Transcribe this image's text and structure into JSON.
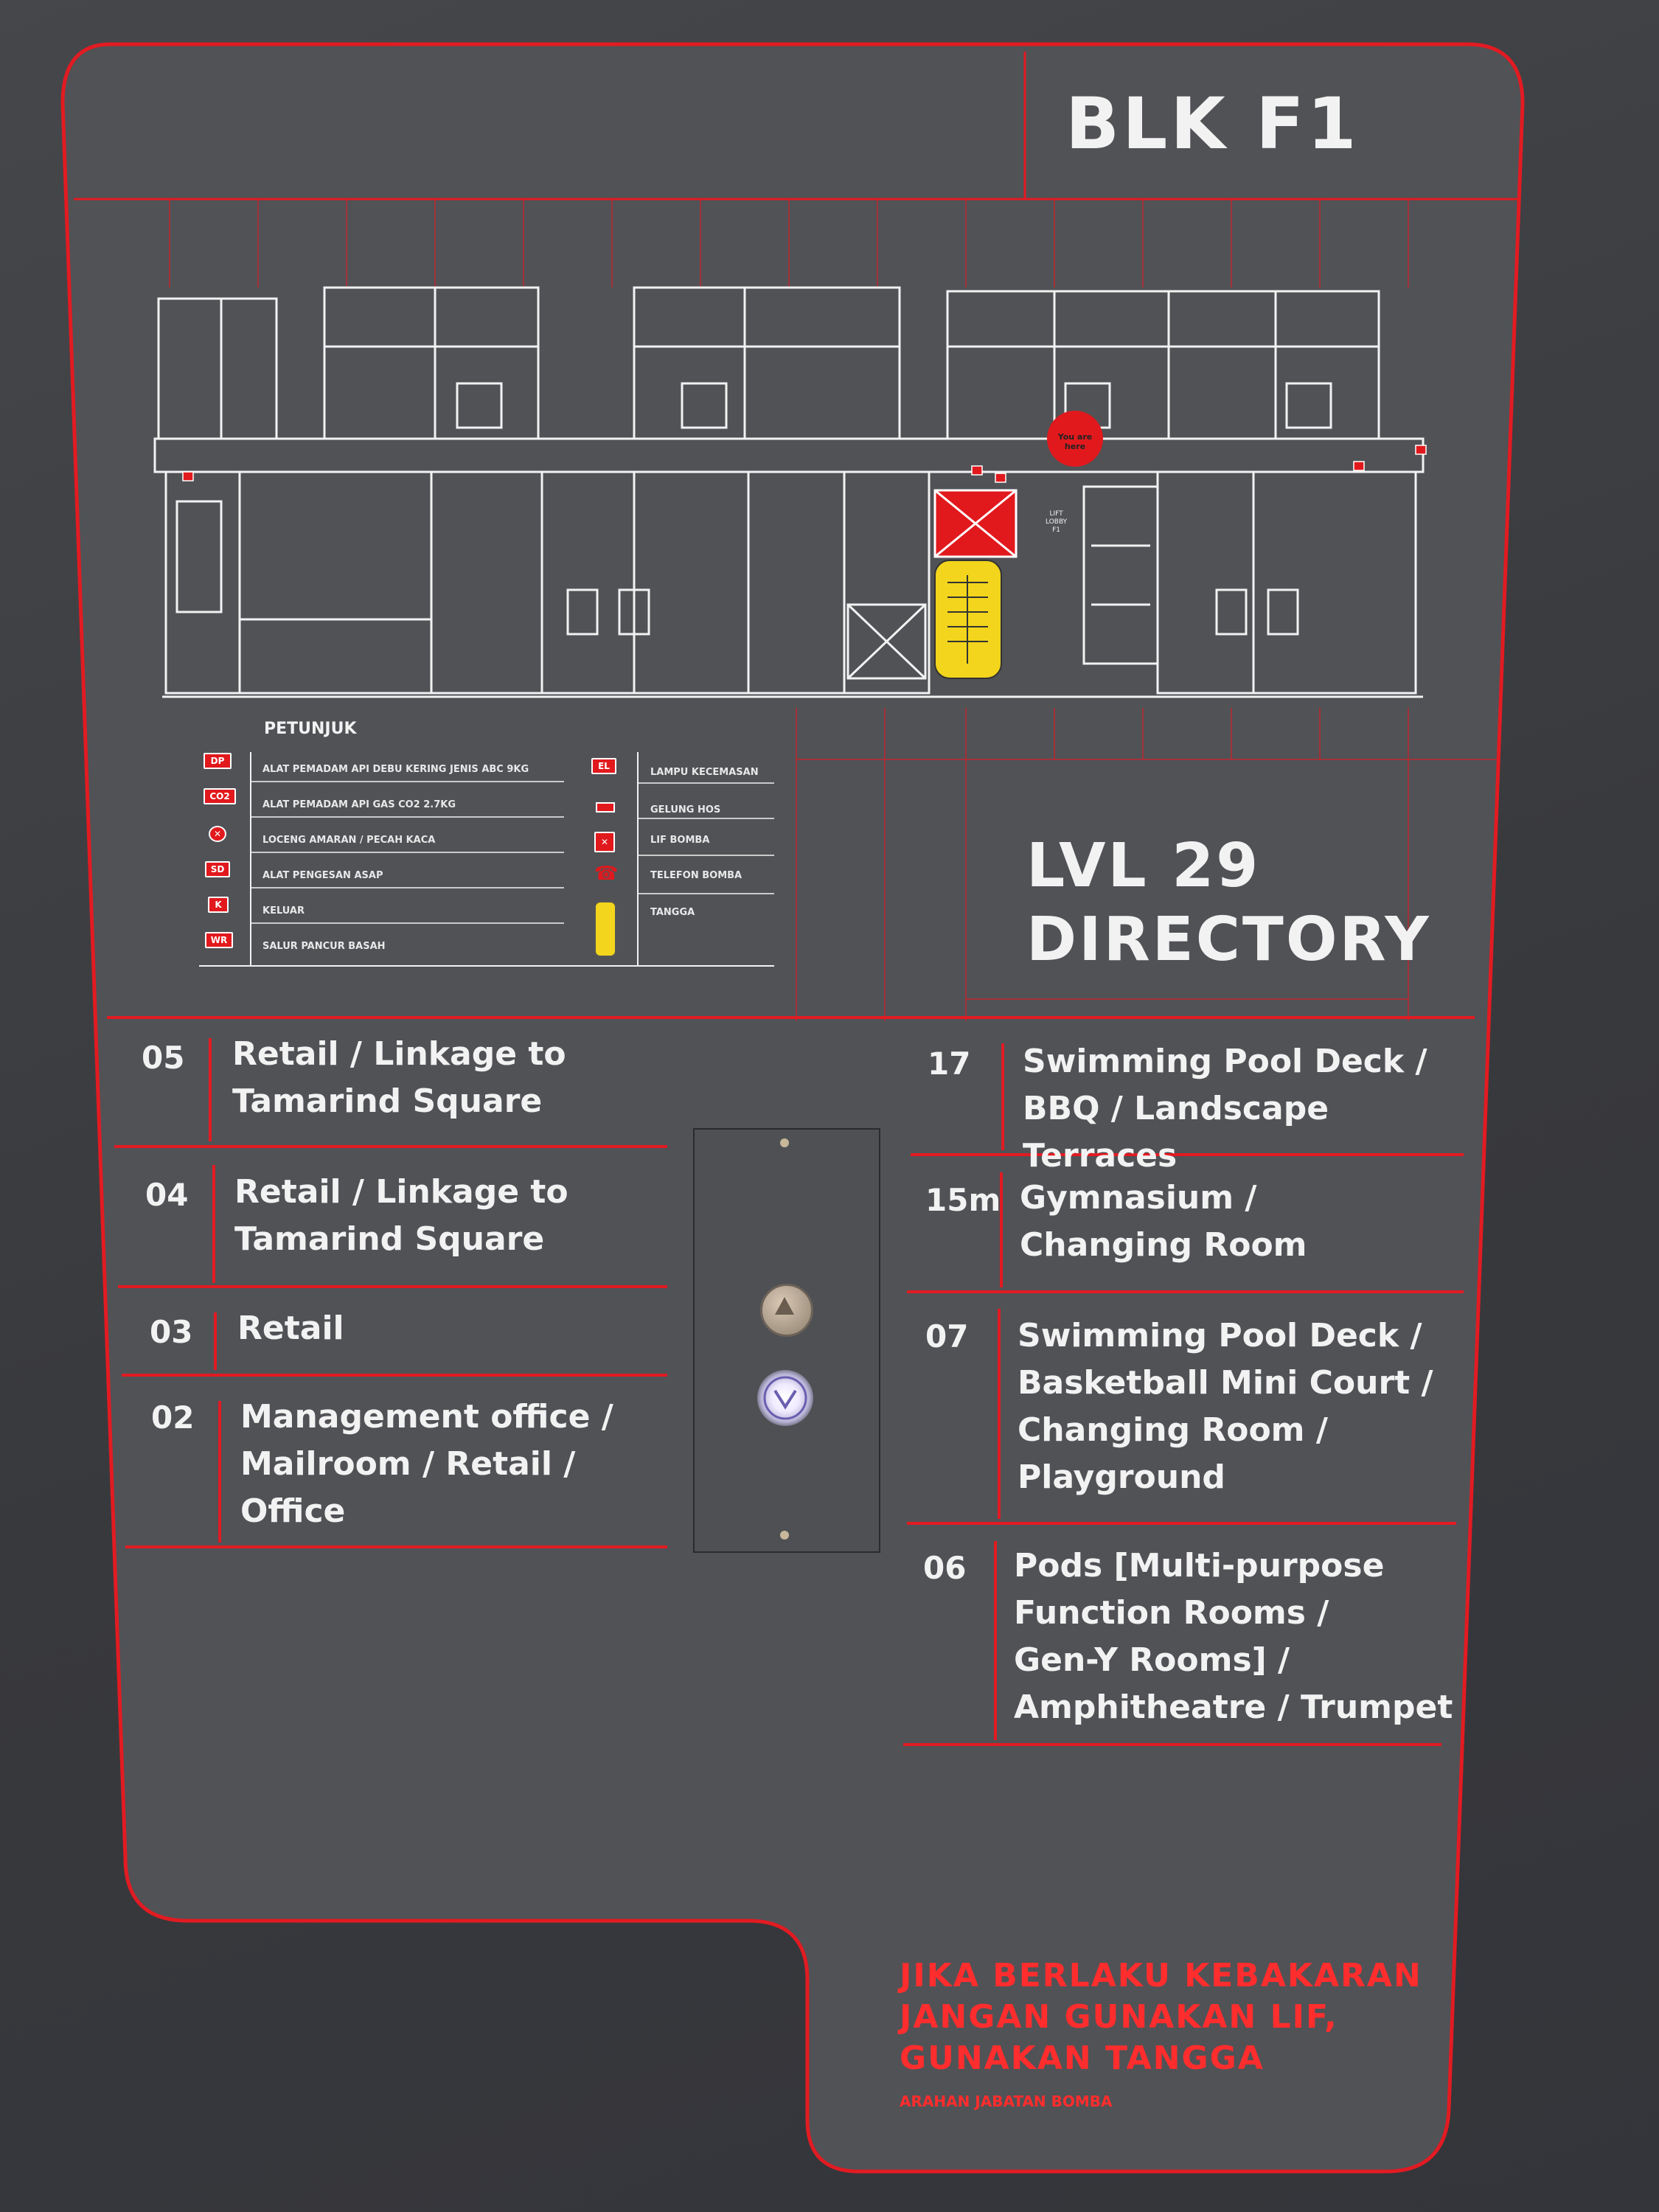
{
  "block_label": "BLK F1",
  "directory_title": [
    "LVL 29",
    "DIRECTORY"
  ],
  "you_are_here": "You are here",
  "lift_lobby": [
    "LIFT",
    "LOBBY",
    "F1"
  ],
  "legend": {
    "title": "PETUNJUK",
    "left": [
      {
        "code": "DP",
        "text": "ALAT PEMADAM API DEBU KERING JENIS ABC 9KG"
      },
      {
        "code": "CO2",
        "text": "ALAT PEMADAM API GAS CO2 2.7KG"
      },
      {
        "code": "",
        "icon": "alarm-bell-icon",
        "text": "LOCENG AMARAN / PECAH KACA"
      },
      {
        "code": "SD",
        "text": "ALAT PENGESAN ASAP"
      },
      {
        "code": "K",
        "text": "KELUAR"
      },
      {
        "code": "WR",
        "text": "SALUR PANCUR BASAH"
      }
    ],
    "right": [
      {
        "code": "EL",
        "text": "LAMPU KECEMASAN"
      },
      {
        "code": "",
        "icon": "hose-reel-icon",
        "text": "GELUNG HOS"
      },
      {
        "code": "",
        "icon": "fire-lift-icon",
        "text": "LIF BOMBA"
      },
      {
        "code": "",
        "icon": "fire-phone-icon",
        "text": "TELEFON BOMBA"
      },
      {
        "code": "",
        "icon": "staircase-icon",
        "text": "TANGGA"
      }
    ]
  },
  "floors_left": [
    {
      "floor": "05",
      "lines": [
        "Retail / Linkage to",
        "Tamarind Square"
      ]
    },
    {
      "floor": "04",
      "lines": [
        "Retail / Linkage to",
        "Tamarind Square"
      ]
    },
    {
      "floor": "03",
      "lines": [
        "Retail"
      ]
    },
    {
      "floor": "02",
      "lines": [
        "Management office /",
        "Mailroom / Retail /",
        "Office"
      ]
    }
  ],
  "floors_right": [
    {
      "floor": "17",
      "lines": [
        "Swimming Pool Deck /",
        "BBQ / Landscape Terraces"
      ]
    },
    {
      "floor": "15m",
      "lines": [
        "Gymnasium /",
        "Changing Room"
      ]
    },
    {
      "floor": "07",
      "lines": [
        "Swimming Pool Deck /",
        "Basketball Mini Court /",
        "Changing Room /",
        "Playground"
      ]
    },
    {
      "floor": "06",
      "lines": [
        "Pods [Multi-purpose",
        "Function Rooms /",
        "Gen-Y Rooms] /",
        "Amphitheatre / Trumpet"
      ]
    }
  ],
  "fire_warning": [
    "JIKA BERLAKU KEBAKARAN",
    "JANGAN GUNAKAN LIF,",
    "GUNAKAN TANGGA"
  ],
  "fire_warning_source": "ARAHAN JABATAN BOMBA",
  "colors": {
    "sign": "#505256",
    "accent": "#e21b22",
    "text": "#f2f2f2",
    "lift": "#e1191d",
    "stair": "#f2d51c"
  }
}
